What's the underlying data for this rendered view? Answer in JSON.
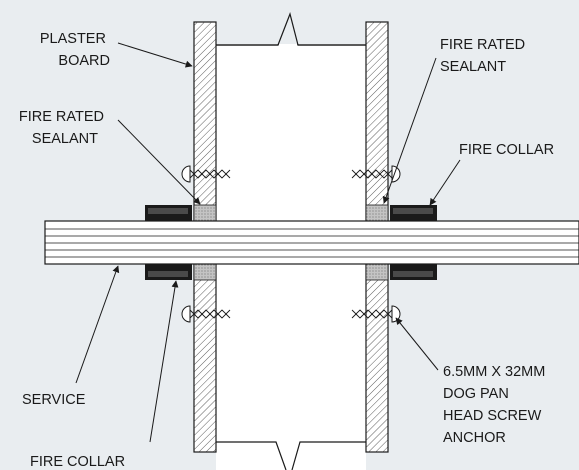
{
  "labels": {
    "plaster_board": [
      "PLASTER",
      "BOARD"
    ],
    "fire_rated_sealant_left": [
      "FIRE RATED",
      "SEALANT"
    ],
    "fire_rated_sealant_right": [
      "FIRE RATED",
      "SEALANT"
    ],
    "fire_collar_right": [
      "FIRE COLLAR"
    ],
    "fire_collar_bottom": [
      "FIRE COLLAR"
    ],
    "service": [
      "SERVICE"
    ],
    "screw_anchor": [
      "6.5MM X 32MM",
      "DOG PAN",
      "HEAD SCREW",
      "ANCHOR"
    ]
  },
  "colors": {
    "background": "#e9edf0",
    "line": "#1a1a1a",
    "collar": "#1a1a1a",
    "sealant": "#b8b8b8"
  }
}
